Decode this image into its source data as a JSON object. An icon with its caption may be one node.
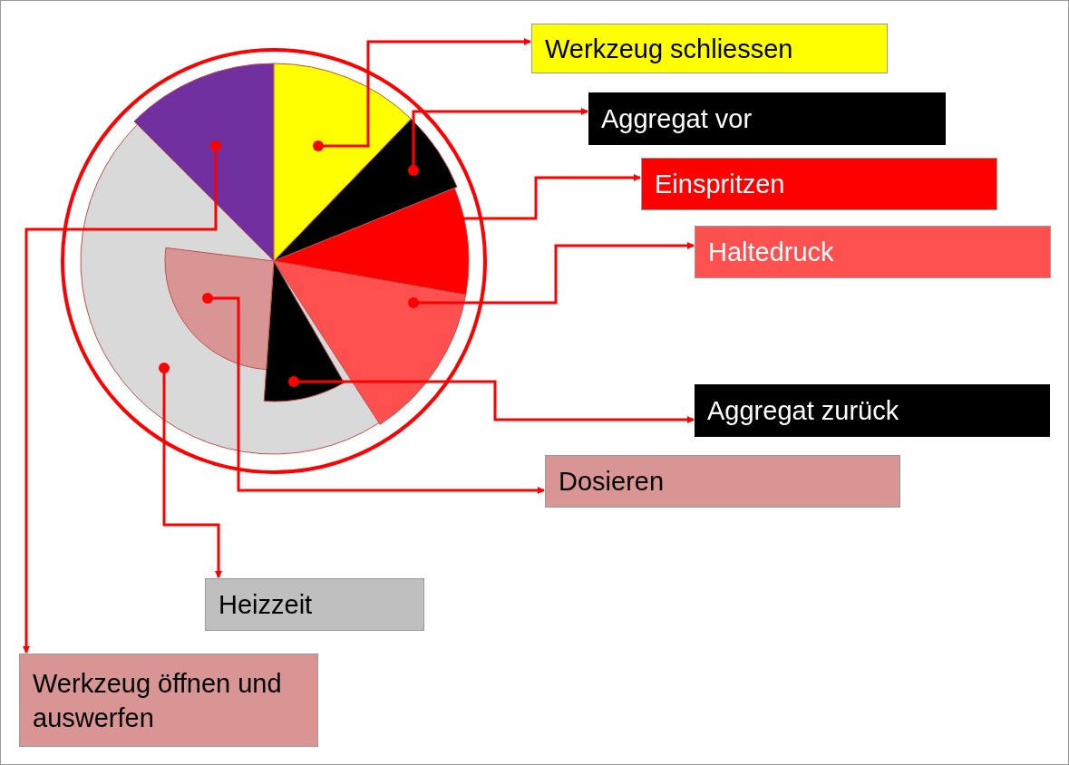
{
  "diagram": {
    "nodes": [
      {
        "text": [],
        "shape": "wedge"
      },
      {
        "text": [],
        "shape": "wedge"
      },
      {
        "text": [],
        "shape": "wedge"
      },
      {
        "text": [],
        "shape": "wedge"
      },
      {
        "text": [],
        "shape": "wedge"
      },
      {
        "text": [],
        "shape": "wedge",
        "in": 7
      },
      {
        "text": [],
        "shape": "wedge",
        "in": 7
      },
      {
        "text": [],
        "shape": "wedge"
      },
      {
        "text": [
          "Werkzeug schliessen"
        ]
      },
      {
        "text": [
          "Aggregat vor"
        ]
      },
      {
        "text": [
          "Einspritzen"
        ]
      },
      {
        "text": [
          "Haltedruck"
        ]
      },
      {
        "text": [
          "Aggregat zurück"
        ]
      },
      {
        "text": [
          "Dosieren"
        ]
      },
      {
        "text": [
          "Heizzeit"
        ]
      },
      {
        "text": [
          "Werkzeug öffnen und auswerfen"
        ]
      }
    ],
    "edges": [
      {
        "from": 1,
        "to": 8,
        "arrow": "to"
      },
      {
        "from": 2,
        "to": 9,
        "arrow": "to"
      },
      {
        "from": 3,
        "to": 10,
        "arrow": "to"
      },
      {
        "from": 4,
        "to": 11,
        "arrow": "to"
      },
      {
        "from": 5,
        "to": 12,
        "arrow": "to"
      },
      {
        "from": 6,
        "to": 13,
        "arrow": "to"
      },
      {
        "from": 7,
        "to": 14,
        "arrow": "to"
      },
      {
        "from": 0,
        "to": 15,
        "arrow": "to"
      }
    ]
  }
}
